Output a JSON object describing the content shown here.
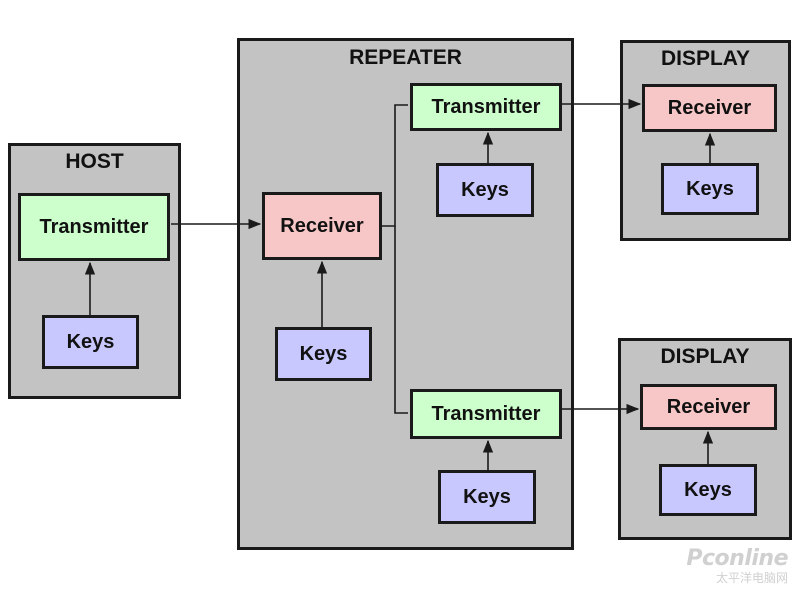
{
  "host": {
    "title": "HOST",
    "transmitter": "Transmitter",
    "keys": "Keys"
  },
  "repeater": {
    "title": "REPEATER",
    "receiver": "Receiver",
    "keys": "Keys",
    "top_transmitter": "Transmitter",
    "top_keys": "Keys",
    "bottom_transmitter": "Transmitter",
    "bottom_keys": "Keys"
  },
  "display_top": {
    "title": "DISPLAY",
    "receiver": "Receiver",
    "keys": "Keys"
  },
  "display_bottom": {
    "title": "DISPLAY",
    "receiver": "Receiver",
    "keys": "Keys"
  },
  "watermark": {
    "main": "Pconline",
    "sub": "太平洋电脑网"
  },
  "colors": {
    "panel": "#c3c3c3",
    "transmitter": "#ccffcc",
    "receiver": "#f7c6c6",
    "keys": "#c8c8ff",
    "line": "#1a1a1a"
  }
}
